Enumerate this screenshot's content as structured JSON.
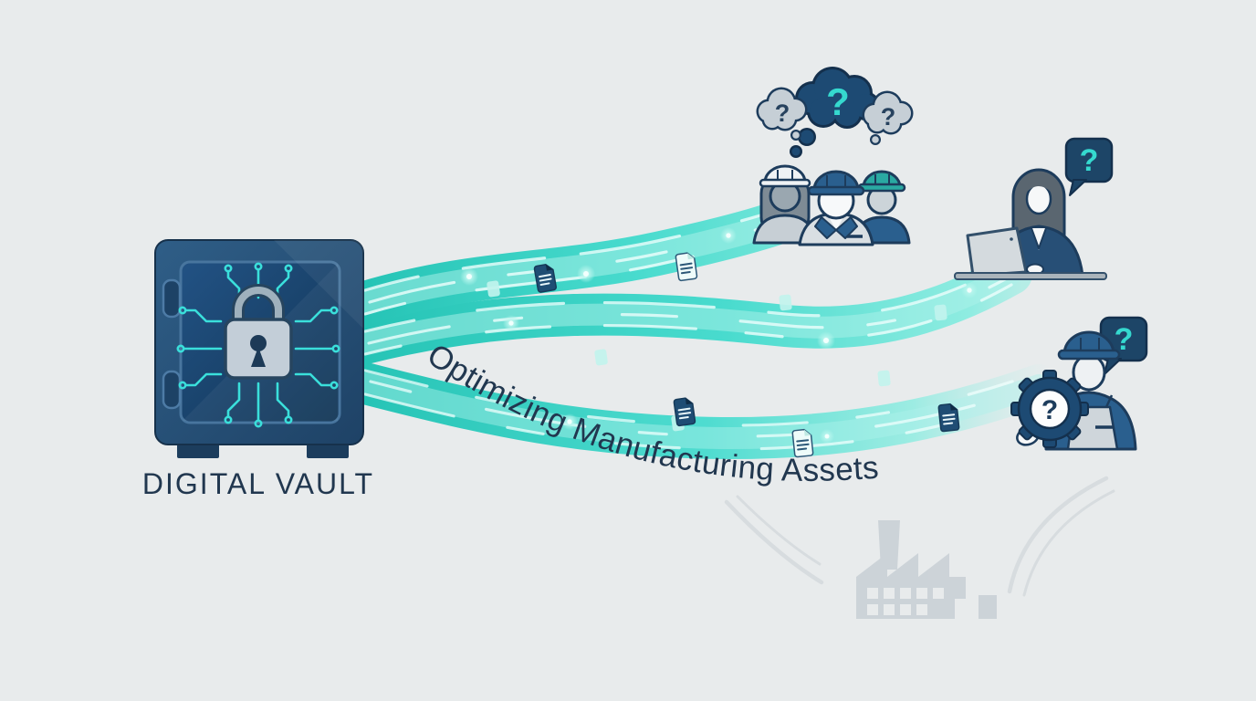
{
  "scene": {
    "type": "flow-illustration",
    "background_color": "#e8ebec",
    "accent_teal": "#3bd8cc",
    "navy": "#21425f"
  },
  "vault": {
    "label": "DIGITAL VAULT",
    "label_color": "#21374f",
    "body_color": "#28547b",
    "door_color": "#1c4a75",
    "circuit_color": "#3adfdb",
    "lock_color": "#c3ced8",
    "icons": [
      "safe-icon",
      "padlock-icon",
      "circuit-traces-icon"
    ]
  },
  "flow": {
    "caption": "Optimizing Manufacturing Assets",
    "caption_color": "#21374f",
    "stream_color_start": "#2cc9bc",
    "stream_color_end": "#a5efe7",
    "streams": [
      {
        "name": "stream-to-worker-team",
        "carries": [
          "document-icon",
          "data-chip-icon",
          "glow-dot"
        ]
      },
      {
        "name": "stream-to-analyst",
        "carries": [
          "document-icon",
          "data-chip-icon",
          "glow-dot"
        ]
      },
      {
        "name": "stream-to-technician",
        "carries": [
          "document-icon",
          "data-chip-icon",
          "glow-dot"
        ]
      }
    ]
  },
  "figures": {
    "worker_team": {
      "members": [
        {
          "role": "female-worker-hard-hat",
          "hat_color": "#eef2f4",
          "bubble": {
            "style": "thought",
            "color": "#c6cfd6",
            "mark": "?",
            "mark_color": "#27425e"
          }
        },
        {
          "role": "male-worker-hard-hat",
          "hat_color": "#2a5f8e",
          "bubble": {
            "style": "thought",
            "color": "#1d4a73",
            "mark": "?",
            "mark_color": "#35d9cf"
          }
        },
        {
          "role": "male-worker-hard-hat",
          "hat_color": "#2aa9a2",
          "bubble": {
            "style": "thought",
            "color": "#c6cfd6",
            "mark": "?",
            "mark_color": "#27425e"
          }
        }
      ]
    },
    "analyst": {
      "role": "businesswoman-with-laptop",
      "bubble": {
        "style": "speech",
        "color": "#1d4567",
        "mark": "?",
        "mark_color": "#35d9cf"
      }
    },
    "technician": {
      "role": "worker-with-gear",
      "bubble": {
        "style": "speech",
        "color": "#1d4567",
        "mark": "?",
        "mark_color": "#35d9cf"
      },
      "gear": {
        "name": "gear-icon",
        "mark": "?",
        "mark_color": "#1d3c5c"
      }
    }
  },
  "watermark": {
    "name": "factory-icon",
    "color": "#cbd2d7"
  }
}
